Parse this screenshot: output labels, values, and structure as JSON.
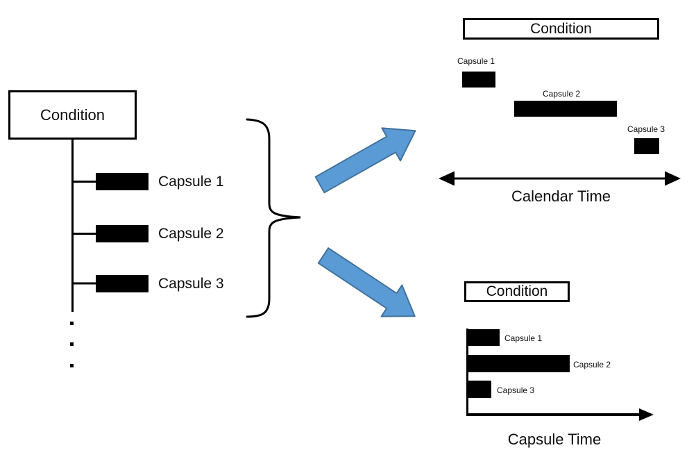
{
  "colors": {
    "ink": "#000000",
    "arrow_fill": "#5B9BD5",
    "arrow_stroke": "#41719C"
  },
  "left_tree": {
    "condition_label": "Condition",
    "capsules": [
      {
        "label": "Capsule 1"
      },
      {
        "label": "Capsule 2"
      },
      {
        "label": "Capsule 3"
      }
    ],
    "ellipsis_dots": [
      ".",
      ".",
      "."
    ]
  },
  "calendar_view": {
    "condition_label": "Condition",
    "capsules": [
      {
        "label": "Capsule 1"
      },
      {
        "label": "Capsule 2"
      },
      {
        "label": "Capsule 3"
      }
    ],
    "axis_label": "Calendar Time"
  },
  "capsule_view": {
    "condition_label": "Condition",
    "capsules": [
      {
        "label": "Capsule 1"
      },
      {
        "label": "Capsule 2"
      },
      {
        "label": "Capsule 3"
      }
    ],
    "axis_label": "Capsule Time"
  }
}
